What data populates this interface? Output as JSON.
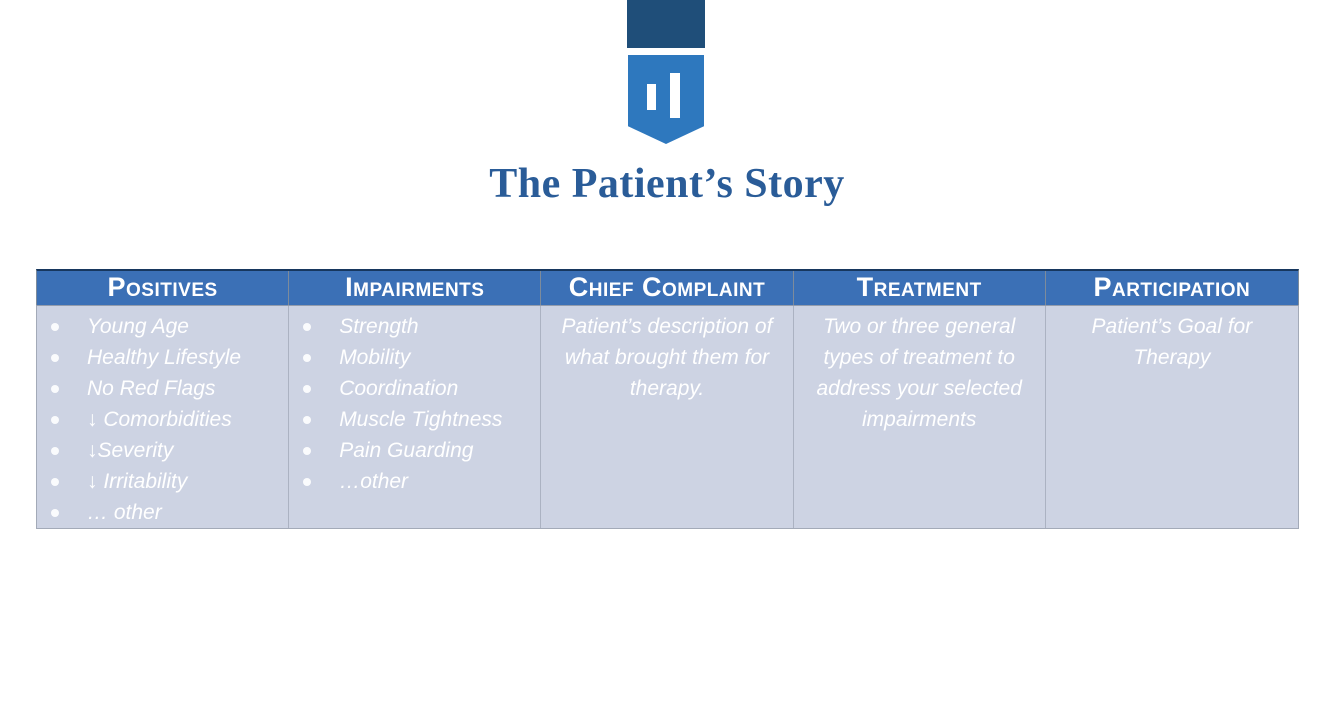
{
  "logo": {
    "block_color": "#1F4E79",
    "pennant_color": "#2E78BE",
    "icon": "bar-chart-pennant-icon"
  },
  "title": {
    "text": "The Patient’s Story",
    "color": "#2A5C98"
  },
  "table": {
    "header_bg": "#3B70B6",
    "header_text_color": "#FFFFFF",
    "body_bg": "#CDD3E3",
    "body_text_color": "#FFFFFF",
    "columns": [
      {
        "header": "Positives",
        "type": "bullets",
        "items": [
          "Young Age",
          "Healthy Lifestyle",
          "No Red Flags",
          "↓ Comorbidities",
          "↓Severity",
          "↓ Irritability",
          "… other"
        ]
      },
      {
        "header": "Impairments",
        "type": "bullets",
        "items": [
          "Strength",
          "Mobility",
          "Coordination",
          "Muscle Tightness",
          "Pain Guarding",
          "…other"
        ]
      },
      {
        "header": "Chief Complaint",
        "type": "paragraph",
        "text": "Patient’s description of what brought them for therapy."
      },
      {
        "header": "Treatment",
        "type": "paragraph",
        "text": "Two or three general types of treatment to address your selected impairments"
      },
      {
        "header": "Participation",
        "type": "paragraph",
        "text": "Patient’s Goal for Therapy"
      }
    ]
  }
}
